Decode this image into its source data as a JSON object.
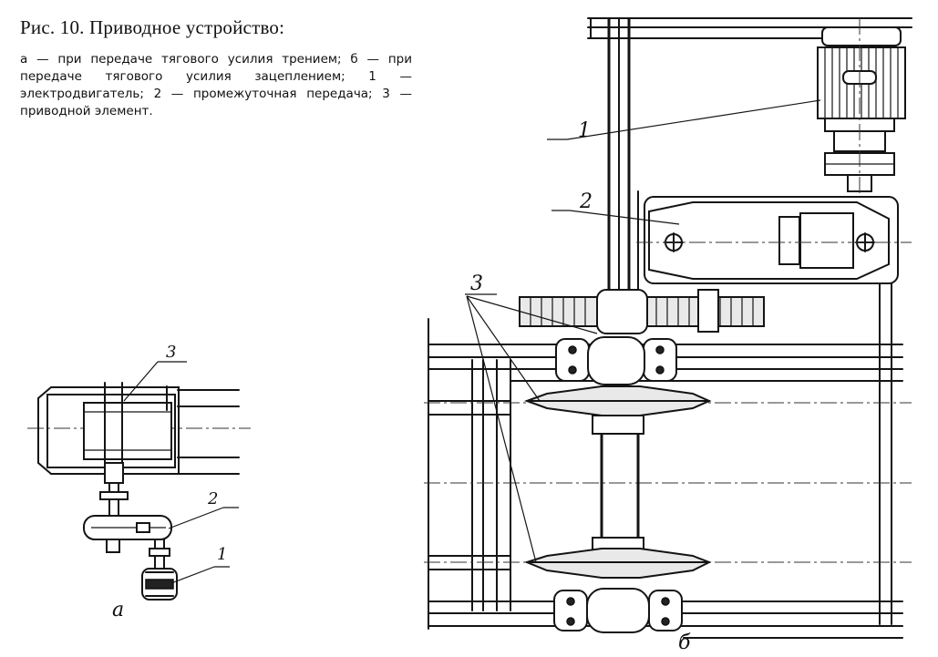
{
  "caption": {
    "title": "Рис. 10. Приводное устройство:",
    "body": "а — при передаче тягового усилия трением; б — при передаче тягового усилия зацеплением; 1 — электродвигатель; 2 — промежуточная передача; 3 — приводной элемент."
  },
  "figure_a": {
    "panel_letter": "а",
    "labels": {
      "motor": "1",
      "transmission": "2",
      "drive_element": "3"
    }
  },
  "figure_b": {
    "panel_letter": "б",
    "labels": {
      "motor": "1",
      "transmission": "2",
      "drive_element": "3"
    }
  },
  "colors": {
    "ink": "#141414",
    "paper": "#ffffff"
  }
}
